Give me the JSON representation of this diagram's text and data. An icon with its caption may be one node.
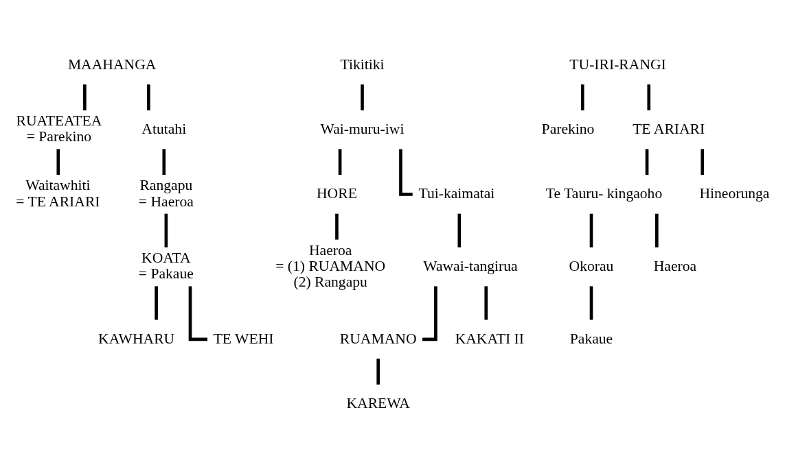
{
  "diagram": {
    "nodes": [
      {
        "text": [
          "MAAHANGA"
        ]
      },
      {
        "text": [
          "RUATEATEA",
          "= Parekino"
        ]
      },
      {
        "text": [
          "Atutahi"
        ]
      },
      {
        "text": [
          "Waitawhiti",
          "= TE ARIARI"
        ]
      },
      {
        "text": [
          "Rangapu",
          "= Haeroa"
        ]
      },
      {
        "text": [
          "KOATA",
          "= Pakaue"
        ]
      },
      {
        "text": [
          "KAWHARU"
        ]
      },
      {
        "text": [
          "TE WEHI"
        ]
      },
      {
        "text": [
          "Tikitiki"
        ]
      },
      {
        "text": [
          "Wai-muru-iwi"
        ]
      },
      {
        "text": [
          "HORE"
        ]
      },
      {
        "text": [
          "Tui-kaimatai"
        ]
      },
      {
        "text": [
          "Haeroa",
          "= (1) RUAMANO",
          "(2) Rangapu"
        ]
      },
      {
        "text": [
          "Wawai-tangirua"
        ]
      },
      {
        "text": [
          "RUAMANO"
        ]
      },
      {
        "text": [
          "KAKATI II"
        ]
      },
      {
        "text": [
          "KAREWA"
        ]
      },
      {
        "text": [
          "TU-IRI-RANGI"
        ]
      },
      {
        "text": [
          "Parekino"
        ]
      },
      {
        "text": [
          "TE ARIARI"
        ]
      },
      {
        "text": [
          "Te Tauru- kingaoho"
        ]
      },
      {
        "text": [
          "Hineorunga"
        ]
      },
      {
        "text": [
          "Okorau"
        ]
      },
      {
        "text": [
          "Haeroa"
        ]
      },
      {
        "text": [
          "Pakaue"
        ]
      }
    ],
    "edges": [
      {
        "from": 0,
        "to": 1,
        "arrow": "none"
      },
      {
        "from": 0,
        "to": 2,
        "arrow": "none"
      },
      {
        "from": 1,
        "to": 3,
        "arrow": "none"
      },
      {
        "from": 2,
        "to": 4,
        "arrow": "none"
      },
      {
        "from": 4,
        "to": 5,
        "arrow": "none"
      },
      {
        "from": 5,
        "to": 6,
        "arrow": "none"
      },
      {
        "from": 5,
        "to": 7,
        "arrow": "none"
      },
      {
        "from": 8,
        "to": 9,
        "arrow": "none"
      },
      {
        "from": 9,
        "to": 10,
        "arrow": "none"
      },
      {
        "from": 9,
        "to": 11,
        "arrow": "none"
      },
      {
        "from": 10,
        "to": 12,
        "arrow": "none"
      },
      {
        "from": 11,
        "to": 13,
        "arrow": "none"
      },
      {
        "from": 13,
        "to": 14,
        "arrow": "none"
      },
      {
        "from": 13,
        "to": 15,
        "arrow": "none"
      },
      {
        "from": 14,
        "to": 16,
        "arrow": "none"
      },
      {
        "from": 17,
        "to": 18,
        "arrow": "none"
      },
      {
        "from": 17,
        "to": 19,
        "arrow": "none"
      },
      {
        "from": 19,
        "to": 20,
        "arrow": "none"
      },
      {
        "from": 19,
        "to": 21,
        "arrow": "none"
      },
      {
        "from": 20,
        "to": 22,
        "arrow": "none"
      },
      {
        "from": 20,
        "to": 23,
        "arrow": "none"
      },
      {
        "from": 22,
        "to": 24,
        "arrow": "none"
      }
    ]
  }
}
